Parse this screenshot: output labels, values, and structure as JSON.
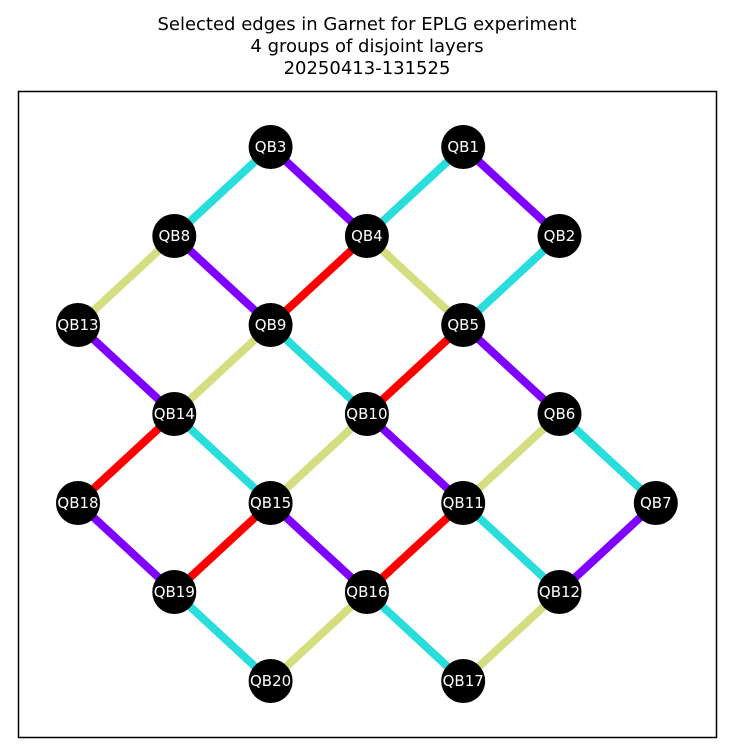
{
  "figure": {
    "title_lines": [
      "Selected edges in Garnet for EPLG experiment",
      "4 groups of disjoint layers",
      "20250413-131525"
    ]
  },
  "colors": {
    "purple": "#8000ff",
    "cyan": "#2adddd",
    "olive": "#d4dd80",
    "red": "#ff0000",
    "node_fill": "#000000",
    "node_text": "#ffffff",
    "frame": "#000000"
  },
  "nodes": [
    {
      "id": "QB1",
      "label": "QB1",
      "col": 4,
      "row": 0
    },
    {
      "id": "QB2",
      "label": "QB2",
      "col": 5,
      "row": 1
    },
    {
      "id": "QB3",
      "label": "QB3",
      "col": 2,
      "row": 0
    },
    {
      "id": "QB4",
      "label": "QB4",
      "col": 3,
      "row": 1
    },
    {
      "id": "QB5",
      "label": "QB5",
      "col": 4,
      "row": 2
    },
    {
      "id": "QB6",
      "label": "QB6",
      "col": 5,
      "row": 3
    },
    {
      "id": "QB7",
      "label": "QB7",
      "col": 6,
      "row": 4
    },
    {
      "id": "QB8",
      "label": "QB8",
      "col": 1,
      "row": 1
    },
    {
      "id": "QB9",
      "label": "QB9",
      "col": 2,
      "row": 2
    },
    {
      "id": "QB10",
      "label": "QB10",
      "col": 3,
      "row": 3
    },
    {
      "id": "QB11",
      "label": "QB11",
      "col": 4,
      "row": 4
    },
    {
      "id": "QB12",
      "label": "QB12",
      "col": 5,
      "row": 5
    },
    {
      "id": "QB13",
      "label": "QB13",
      "col": 0,
      "row": 2
    },
    {
      "id": "QB14",
      "label": "QB14",
      "col": 1,
      "row": 3
    },
    {
      "id": "QB15",
      "label": "QB15",
      "col": 2,
      "row": 4
    },
    {
      "id": "QB16",
      "label": "QB16",
      "col": 3,
      "row": 5
    },
    {
      "id": "QB17",
      "label": "QB17",
      "col": 4,
      "row": 6
    },
    {
      "id": "QB18",
      "label": "QB18",
      "col": 0,
      "row": 4
    },
    {
      "id": "QB19",
      "label": "QB19",
      "col": 1,
      "row": 5
    },
    {
      "id": "QB20",
      "label": "QB20",
      "col": 2,
      "row": 6
    }
  ],
  "edges": [
    {
      "from": "QB3",
      "to": "QB4",
      "color": "purple"
    },
    {
      "from": "QB1",
      "to": "QB2",
      "color": "purple"
    },
    {
      "from": "QB8",
      "to": "QB9",
      "color": "purple"
    },
    {
      "from": "QB13",
      "to": "QB14",
      "color": "purple"
    },
    {
      "from": "QB5",
      "to": "QB6",
      "color": "purple"
    },
    {
      "from": "QB10",
      "to": "QB11",
      "color": "purple"
    },
    {
      "from": "QB15",
      "to": "QB16",
      "color": "purple"
    },
    {
      "from": "QB18",
      "to": "QB19",
      "color": "purple"
    },
    {
      "from": "QB12",
      "to": "QB7",
      "color": "purple"
    },
    {
      "from": "QB3",
      "to": "QB8",
      "color": "cyan"
    },
    {
      "from": "QB1",
      "to": "QB4",
      "color": "cyan"
    },
    {
      "from": "QB2",
      "to": "QB5",
      "color": "cyan"
    },
    {
      "from": "QB9",
      "to": "QB10",
      "color": "cyan"
    },
    {
      "from": "QB14",
      "to": "QB15",
      "color": "cyan"
    },
    {
      "from": "QB6",
      "to": "QB7",
      "color": "cyan"
    },
    {
      "from": "QB11",
      "to": "QB12",
      "color": "cyan"
    },
    {
      "from": "QB16",
      "to": "QB17",
      "color": "cyan"
    },
    {
      "from": "QB19",
      "to": "QB20",
      "color": "cyan"
    },
    {
      "from": "QB8",
      "to": "QB13",
      "color": "olive"
    },
    {
      "from": "QB4",
      "to": "QB5",
      "color": "olive"
    },
    {
      "from": "QB9",
      "to": "QB14",
      "color": "olive"
    },
    {
      "from": "QB10",
      "to": "QB15",
      "color": "olive"
    },
    {
      "from": "QB6",
      "to": "QB11",
      "color": "olive"
    },
    {
      "from": "QB16",
      "to": "QB20",
      "color": "olive"
    },
    {
      "from": "QB12",
      "to": "QB17",
      "color": "olive"
    },
    {
      "from": "QB4",
      "to": "QB9",
      "color": "red"
    },
    {
      "from": "QB5",
      "to": "QB10",
      "color": "red"
    },
    {
      "from": "QB14",
      "to": "QB18",
      "color": "red"
    },
    {
      "from": "QB15",
      "to": "QB19",
      "color": "red"
    },
    {
      "from": "QB11",
      "to": "QB16",
      "color": "red"
    }
  ]
}
